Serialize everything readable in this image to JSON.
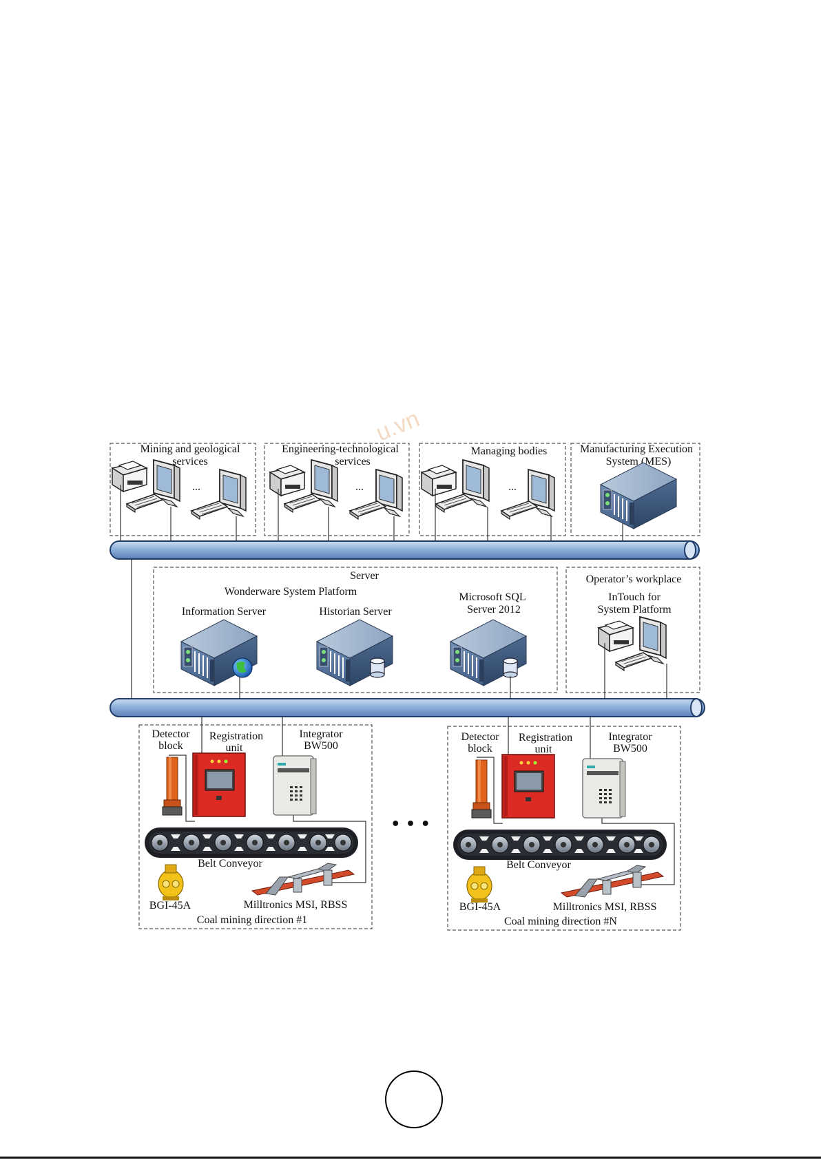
{
  "watermark": "u.vn",
  "groups": {
    "mining": [
      "Mining and geological",
      "services"
    ],
    "engineering": [
      "Engineering-technological",
      "services"
    ],
    "managing": "Managing bodies",
    "mes": [
      "Manufacturing Execution",
      "System (MES)"
    ]
  },
  "server": {
    "title": "Server",
    "platform": "Wonderware System Platform",
    "info_server": "Information Server",
    "historian": "Historian Server",
    "sql": [
      "Microsoft SQL",
      "Server 2012"
    ]
  },
  "operator": {
    "title": "Operator’s workplace",
    "intouch": [
      "InTouch for",
      "System Platform"
    ]
  },
  "direction1": {
    "detector": [
      "Detector",
      "block"
    ],
    "registration": [
      "Registration",
      "unit"
    ],
    "integrator": [
      "Integrator",
      "BW500"
    ],
    "conveyor": "Belt Conveyor",
    "bgi": "BGI-45A",
    "milltronics": "Milltronics MSI, RBSS",
    "caption": "Coal mining direction #1"
  },
  "directionN": {
    "detector": [
      "Detector",
      "block"
    ],
    "registration": [
      "Registration",
      "unit"
    ],
    "integrator": [
      "Integrator",
      "BW500"
    ],
    "conveyor": "Belt Conveyor",
    "bgi": "BGI-45A",
    "milltronics": "Milltronics MSI, RBSS",
    "caption": "Coal mining direction #N"
  },
  "ellipsis_dots": "• • •",
  "dots_group": "..."
}
